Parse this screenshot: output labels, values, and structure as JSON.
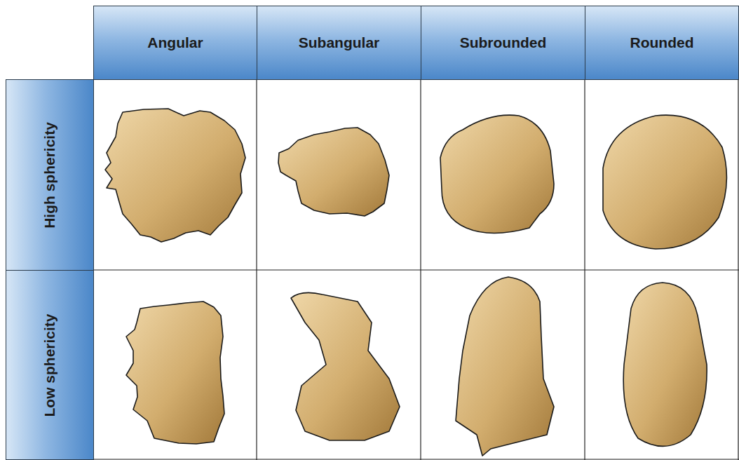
{
  "diagram": {
    "nodes": [
      {
        "text": [
          "Angular"
        ]
      },
      {
        "text": [
          "Subangular"
        ]
      },
      {
        "text": [
          "Subrounded"
        ]
      },
      {
        "text": [
          "Rounded"
        ]
      },
      {
        "text": [
          "High sphericity"
        ]
      },
      {
        "text": [
          "Low sphericity"
        ]
      }
    ]
  }
}
